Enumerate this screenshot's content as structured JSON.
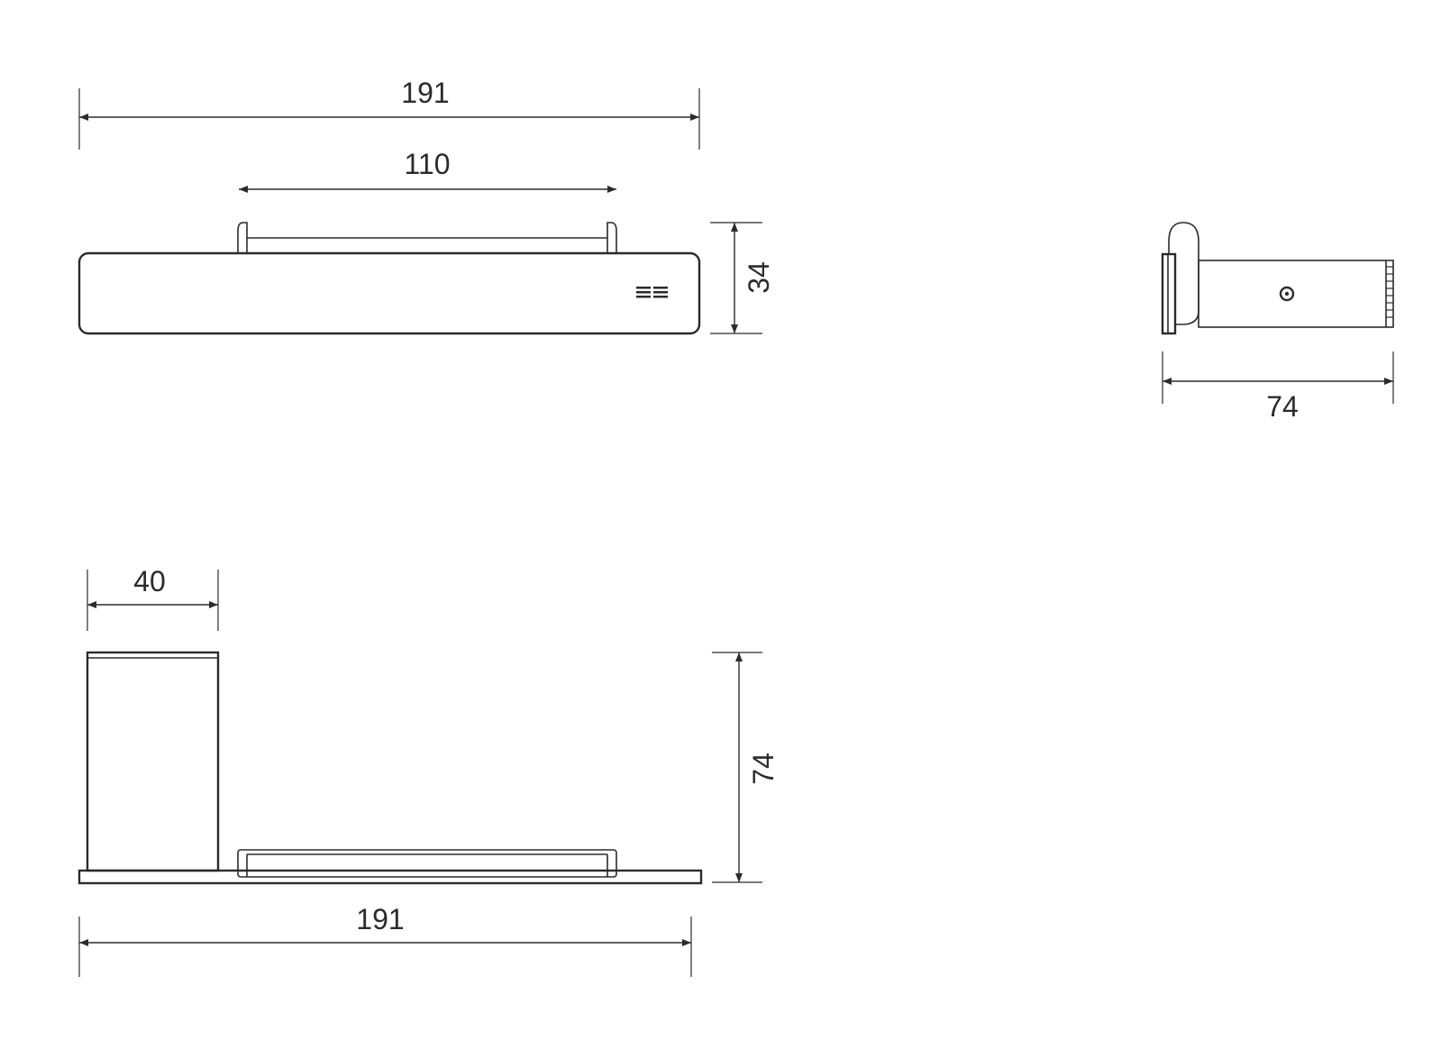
{
  "dimensions": {
    "front_overall_width": "191",
    "front_handle_width": "110",
    "front_height": "34",
    "side_depth": "74",
    "top_cup_width": "40",
    "top_overall_height": "74",
    "top_overall_width": "191"
  },
  "colors": {
    "line": "#2b2b2b",
    "background": "#ffffff"
  }
}
